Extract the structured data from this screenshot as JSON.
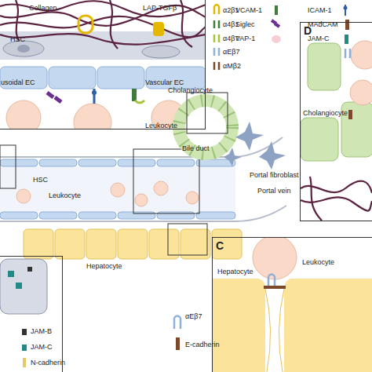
{
  "diagram": {
    "nodes": [
      {
        "text": [
          "Collagen",
          "LAP-TGFβ",
          "HSC",
          "usoidal EC",
          "Vascular EC",
          "Leukocyte"
        ]
      },
      {
        "text": [
          "D",
          "Cholangiocyte"
        ]
      },
      {
        "text": [
          "JAM-B",
          "JAM-C",
          "N-cadherin"
        ]
      },
      {
        "text": [
          "C",
          "Hepatocyte",
          "Leukocyte"
        ]
      }
    ],
    "labels": [
      "Cholangiocyte",
      "Bile duct",
      "Portal fibroblast",
      "Portal vein",
      "HSC",
      "Leukocyte",
      "Hepatocyte",
      "αEβ7",
      "E-cadherin"
    ],
    "legend": [
      {
        "text": "α2β1"
      },
      {
        "text": "α4β1"
      },
      {
        "text": "α4β7"
      },
      {
        "text": "αEβ7"
      },
      {
        "text": "αMβ2"
      },
      {
        "text": "VCAM-1"
      },
      {
        "text": "ICAM-1"
      },
      {
        "text": "Siglec"
      },
      {
        "text": "MAdCAM"
      },
      {
        "text": "VAP-1"
      },
      {
        "text": "JAM-C"
      }
    ]
  }
}
